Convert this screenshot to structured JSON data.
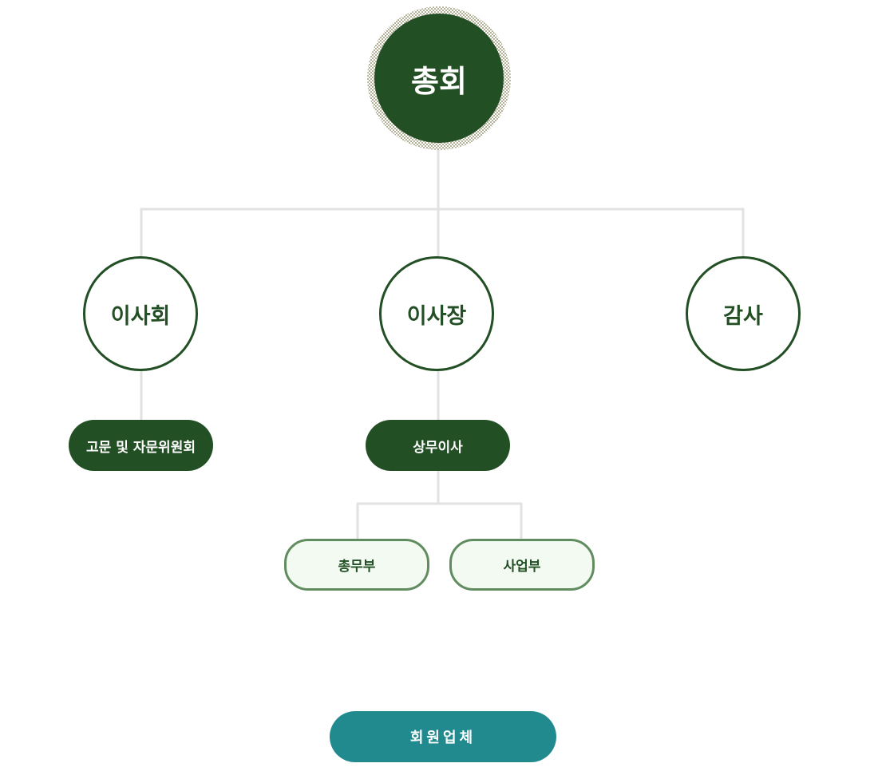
{
  "org_chart": {
    "top": {
      "label": "총회"
    },
    "level2": {
      "board": {
        "label": "이사회"
      },
      "chairman": {
        "label": "이사장"
      },
      "audit": {
        "label": "감사"
      }
    },
    "level3": {
      "advisory": {
        "label": "고문 및 자문위원회"
      },
      "executive_director": {
        "label": "상무이사"
      }
    },
    "level4": {
      "general_affairs": {
        "label": "총무부"
      },
      "business": {
        "label": "사업부"
      }
    },
    "members": {
      "label": "회원업체"
    }
  },
  "colors": {
    "dark_green": "#234f25",
    "mid_green": "#608c5f",
    "light_green_fill": "#f3faf2",
    "connector_gray": "#e2e2e2",
    "teal": "#218a8f",
    "top_ring_pattern": "#b4b39a"
  }
}
